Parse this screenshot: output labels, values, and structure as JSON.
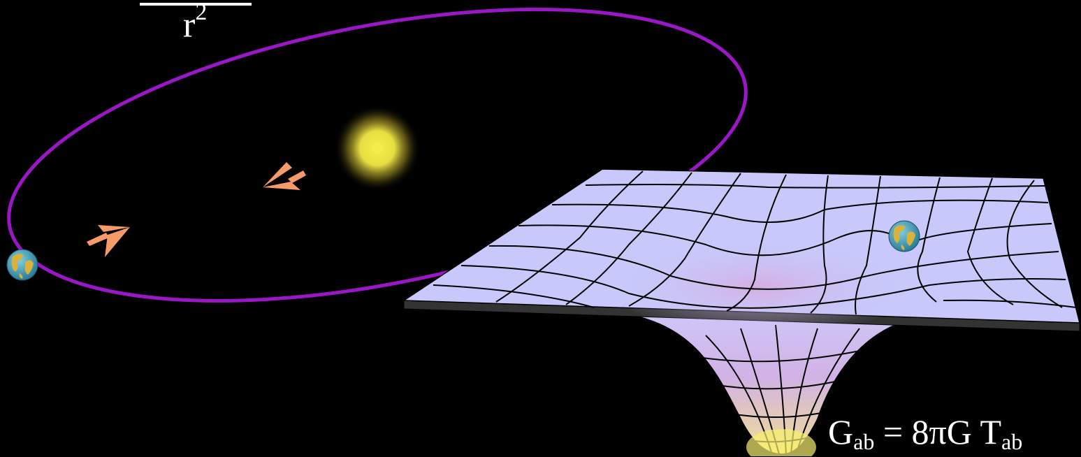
{
  "newton": {
    "denominator_base": "r",
    "denominator_exponent": "2"
  },
  "einstein": {
    "G": "G",
    "G_sub": "ab",
    "equals_rhs": " = 8πG T",
    "T_sub": "ab"
  },
  "colors": {
    "background": "#000000",
    "orbit": "#9b16c6",
    "arrow": "#f79a6a",
    "sun_core": "#f4f04a",
    "sheet": "#c8c8fa",
    "sheet_edge": "#333333",
    "text": "#ffffff"
  },
  "icons": [
    "sun-icon",
    "earth-icon",
    "direction-arrow-icon"
  ]
}
